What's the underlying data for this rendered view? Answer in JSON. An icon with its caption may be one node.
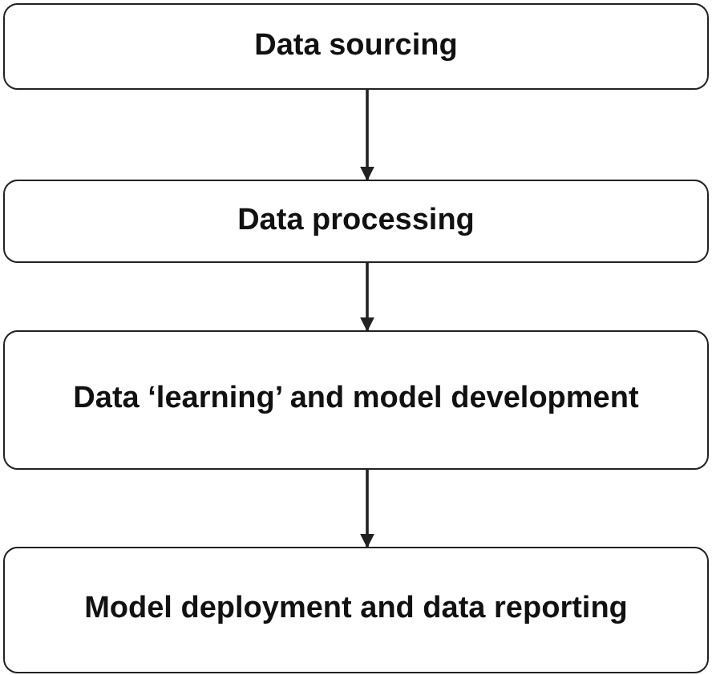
{
  "diagram": {
    "nodes": [
      {
        "text": [
          "Data sourcing"
        ]
      },
      {
        "text": [
          "Data processing"
        ]
      },
      {
        "text": [
          "Data ‘learning’ and model development"
        ]
      },
      {
        "text": [
          "Model deployment and data reporting"
        ]
      }
    ],
    "edges": [
      {
        "from": 0,
        "to": 1,
        "arrow": "to"
      },
      {
        "from": 1,
        "to": 2,
        "arrow": "to"
      },
      {
        "from": 2,
        "to": 3,
        "arrow": "to"
      }
    ]
  }
}
